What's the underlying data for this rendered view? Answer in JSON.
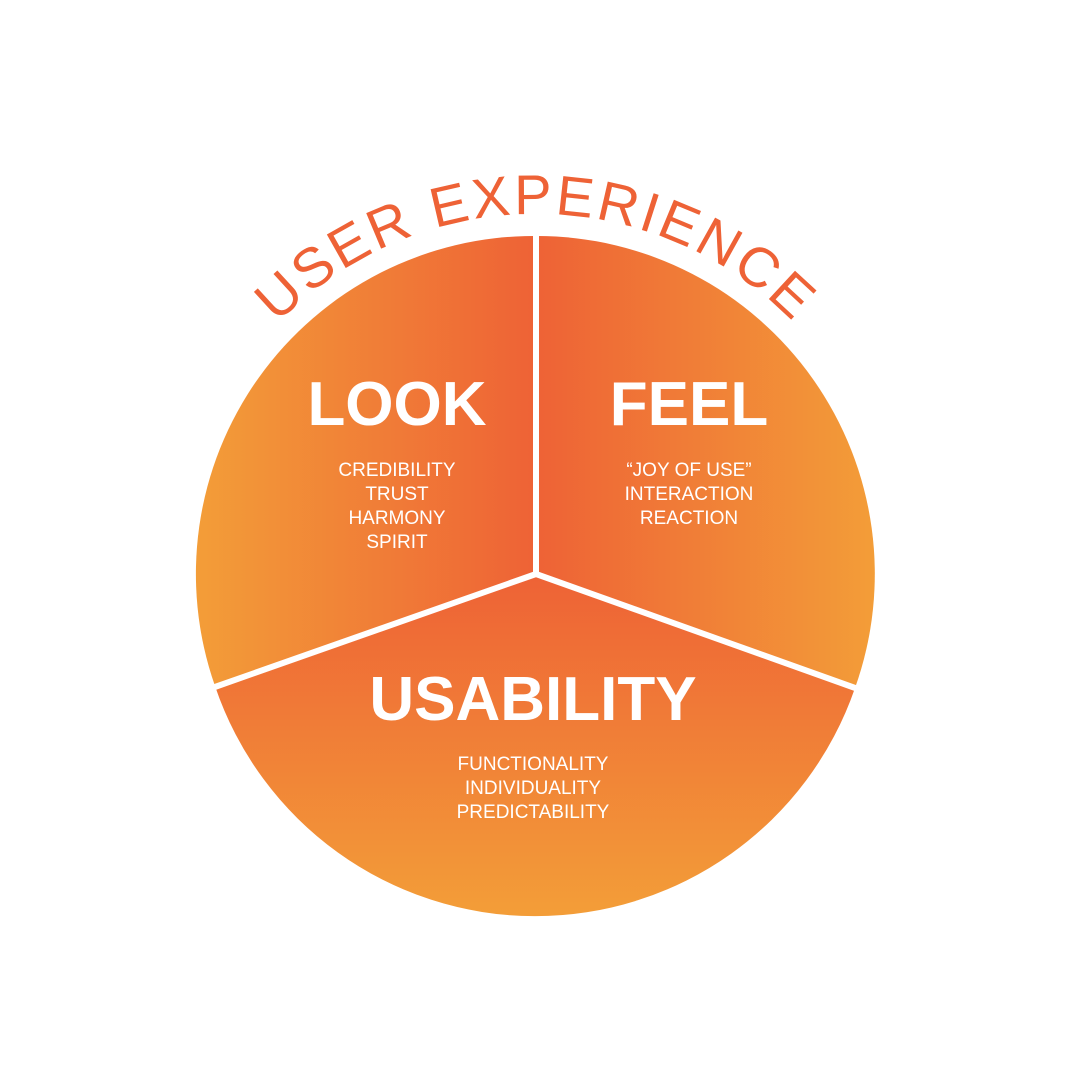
{
  "heading": "USER EXPERIENCE",
  "colors": {
    "dark": "#ee6236",
    "light": "#f39d38",
    "divider": "#ffffff"
  },
  "segments": [
    {
      "title": "LOOK",
      "items": [
        "CREDIBILITY",
        "TRUST",
        "HARMONY",
        "SPIRIT"
      ]
    },
    {
      "title": "FEEL",
      "items": [
        "“JOY OF USE”",
        "INTERACTION",
        "REACTION"
      ]
    },
    {
      "title": "USABILITY",
      "items": [
        "FUNCTIONALITY",
        "INDIVIDUALITY",
        "PREDICTABILITY"
      ]
    }
  ]
}
